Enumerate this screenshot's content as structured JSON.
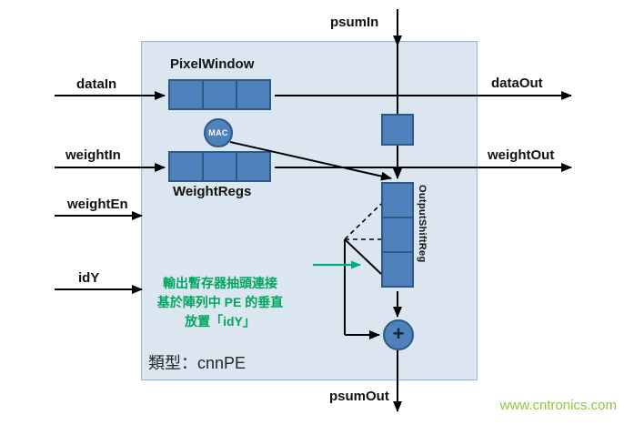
{
  "diagram": {
    "type_label": "類型：cnnPE",
    "blocks": {
      "pixel_window": "PixelWindow",
      "weight_regs": "WeightRegs",
      "output_shift_reg": "OutputShiftReg",
      "mac": "MAC",
      "adder_symbol": "+"
    },
    "ports": {
      "data_in": "dataIn",
      "weight_in": "weightIn",
      "weight_en": "weightEn",
      "id_y": "idY",
      "psum_in": "psumIn",
      "data_out": "dataOut",
      "weight_out": "weightOut",
      "psum_out": "psumOut"
    },
    "annotation": {
      "line1": "輸出暫存器抽頭連接",
      "line2": "基於陣列中 PE 的垂直",
      "line3": "放置「idY」"
    },
    "colors": {
      "block_fill": "#dce6f1",
      "block_border": "#95b3d7",
      "cell_fill": "#4f81bd",
      "cell_border": "#2d5986",
      "wire": "#000000",
      "annotation_green": "#00a65d",
      "watermark_green": "#8cc63e"
    }
  },
  "watermark": "www.cntronics.com"
}
